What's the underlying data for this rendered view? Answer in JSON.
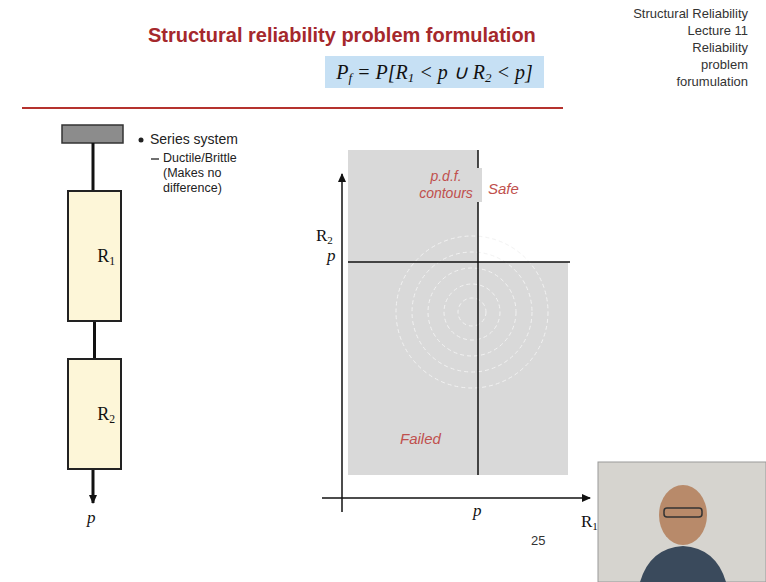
{
  "diagram": {
    "title": "Structural reliability problem formulation",
    "nodes": [
      {
        "text": [
          "R1"
        ]
      },
      {
        "text": [
          "R2"
        ]
      },
      {
        "text": [
          "Pf = P[R1 < p ∪ R2 < p]"
        ]
      }
    ],
    "edges": [
      {
        "from": 0,
        "to": 1,
        "arrow": "none"
      }
    ],
    "labels": [
      "Structural Reliability",
      "Lecture 11",
      "Reliability",
      "problem",
      "forumulation",
      "Series system",
      "Ductile/Brittle (Makes no difference)",
      "p.d.f. contours",
      "Safe",
      "R2",
      "p",
      "Failed",
      "p",
      "R1",
      "p",
      "25"
    ]
  }
}
